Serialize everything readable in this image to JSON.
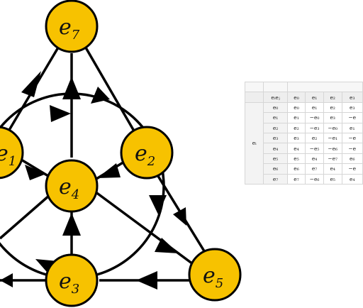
{
  "diagram": {
    "nodes": [
      {
        "id": "e7",
        "base": "e",
        "sub": "7"
      },
      {
        "id": "e1",
        "base": "e",
        "sub": "1"
      },
      {
        "id": "e2",
        "base": "e",
        "sub": "2"
      },
      {
        "id": "e4",
        "base": "e",
        "sub": "4"
      },
      {
        "id": "e3",
        "base": "e",
        "sub": "3"
      },
      {
        "id": "e5",
        "base": "e",
        "sub": "5"
      }
    ],
    "colors": {
      "node_fill": "#F7C200",
      "stroke": "#000000"
    }
  },
  "table": {
    "corner_label": "eᵢeⱼ",
    "row_group_label": "eᵢ",
    "column_headers": [
      "e₀",
      "e₁",
      "e₂",
      "e₃"
    ],
    "rows": [
      {
        "label": "e₀",
        "cells": [
          "e₀",
          "e₁",
          "e₂",
          "e₃"
        ]
      },
      {
        "label": "e₁",
        "cells": [
          "e₁",
          "−e₀",
          "e₃",
          "−e"
        ]
      },
      {
        "label": "e₂",
        "cells": [
          "e₂",
          "−e₃",
          "−e₀",
          "e₁"
        ]
      },
      {
        "label": "e₃",
        "cells": [
          "e₃",
          "e₂",
          "−e₁",
          "−e"
        ]
      },
      {
        "label": "e₄",
        "cells": [
          "e₄",
          "−e₅",
          "−e₆",
          "−e"
        ]
      },
      {
        "label": "e₅",
        "cells": [
          "e₅",
          "e₄",
          "−e₇",
          "e₆"
        ]
      },
      {
        "label": "e₆",
        "cells": [
          "e₆",
          "e₇",
          "e₄",
          "−e"
        ]
      },
      {
        "label": "e₇",
        "cells": [
          "e₇",
          "−e₆",
          "e₅",
          "e₄"
        ]
      }
    ]
  }
}
